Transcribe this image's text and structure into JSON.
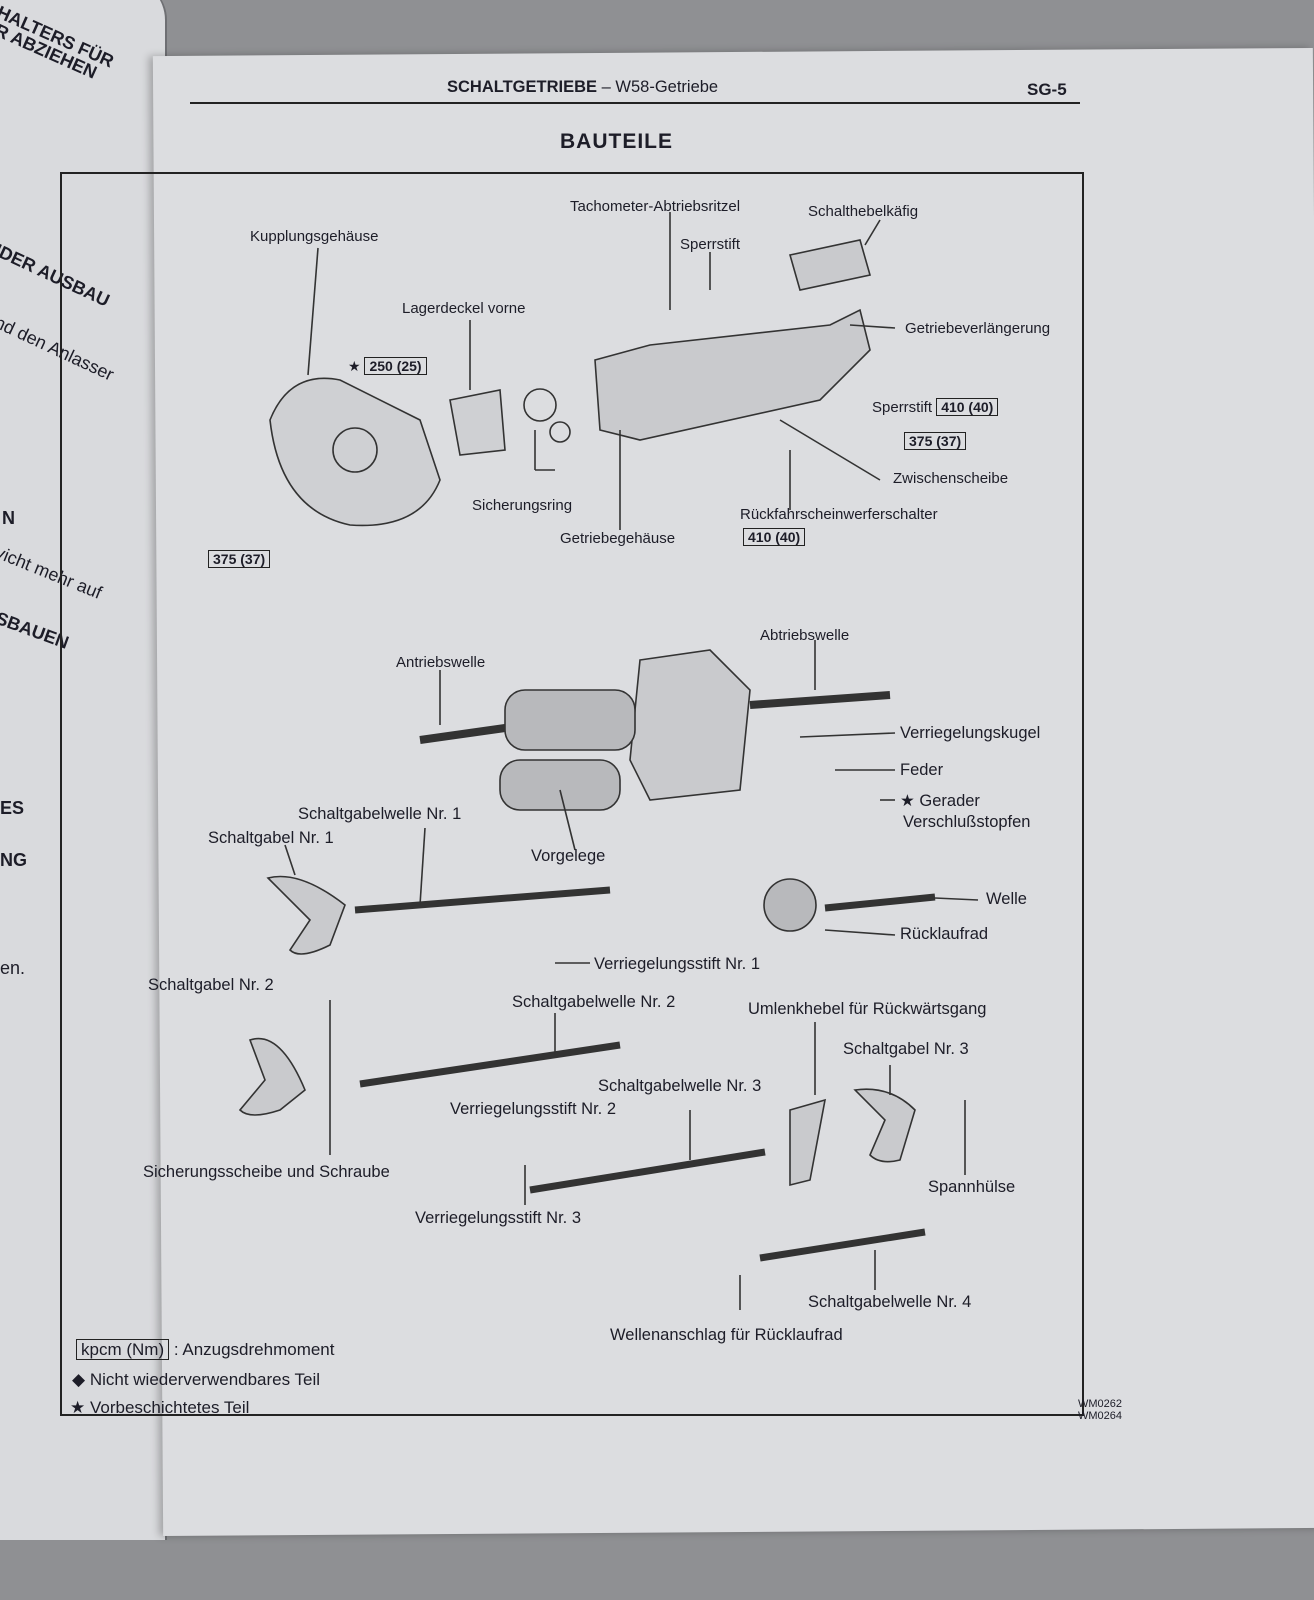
{
  "left_page": {
    "lines": [
      "HALTERS FÜR",
      "R ABZIEHEN",
      "IDER AUSBAU",
      "nd den Anlasser",
      "N",
      "vicht mehr auf",
      "SBAUEN",
      "ES",
      "NG",
      "en."
    ]
  },
  "header": {
    "section": "SCHALTGETRIEBE",
    "dash": "–",
    "subsection": "W58-Getriebe",
    "page": "SG-5"
  },
  "title": "BAUTEILE",
  "labels": {
    "kupplungsgehaeuse": "Kupplungsgehäuse",
    "tachometer": "Tachometer-Abtriebsritzel",
    "schalthebelkaefig": "Schalthebelkäfig",
    "sperrstift_top": "Sperrstift",
    "lagerdeckel": "Lagerdeckel vorne",
    "getriebeverlaengerung": "Getriebeverlängerung",
    "sperrstift_right": "Sperrstift",
    "zwischenscheibe": "Zwischenscheibe",
    "sicherungsring": "Sicherungsring",
    "rueckfahr": "Rückfahrscheinwerferschalter",
    "getriebegehaeuse": "Getriebegehäuse",
    "abtriebswelle": "Abtriebswelle",
    "antriebswelle": "Antriebswelle",
    "verriegelungskugel": "Verriegelungskugel",
    "feder": "Feder",
    "gerader": "Gerader",
    "verschlussstopfen": "Verschlußstopfen",
    "sgw1": "Schaltgabelwelle Nr. 1",
    "sg1": "Schaltgabel Nr. 1",
    "vorgelege": "Vorgelege",
    "welle": "Welle",
    "ruecklaufrad": "Rücklaufrad",
    "vs1": "Verriegelungsstift Nr. 1",
    "sg2": "Schaltgabel Nr. 2",
    "sgw2": "Schaltgabelwelle Nr. 2",
    "umlenkhebel": "Umlenkhebel für Rückwärtsgang",
    "sg3": "Schaltgabel Nr. 3",
    "sgw3": "Schaltgabelwelle Nr. 3",
    "vs2": "Verriegelungsstift Nr. 2",
    "sicherungsscheibe": "Sicherungsscheibe und Schraube",
    "spannhuelse": "Spannhülse",
    "vs3": "Verriegelungsstift Nr. 3",
    "sgw4": "Schaltgabelwelle Nr. 4",
    "wellenanschlag": "Wellenanschlag für Rücklaufrad"
  },
  "torques": {
    "t250": "250 (25)",
    "t410a": "410 (40)",
    "t375a": "375 (37)",
    "t410b": "410 (40)",
    "t375b": "375 (37)"
  },
  "legend": {
    "unit_box": "kpcm (Nm)",
    "unit_text": ": Anzugsdrehmoment",
    "diamond": "◆",
    "diamond_text": "Nicht wiederverwendbares Teil",
    "star": "★",
    "star_text": "Vorbeschichtetes Teil"
  },
  "codes": [
    "WM0262",
    "WM0264"
  ]
}
